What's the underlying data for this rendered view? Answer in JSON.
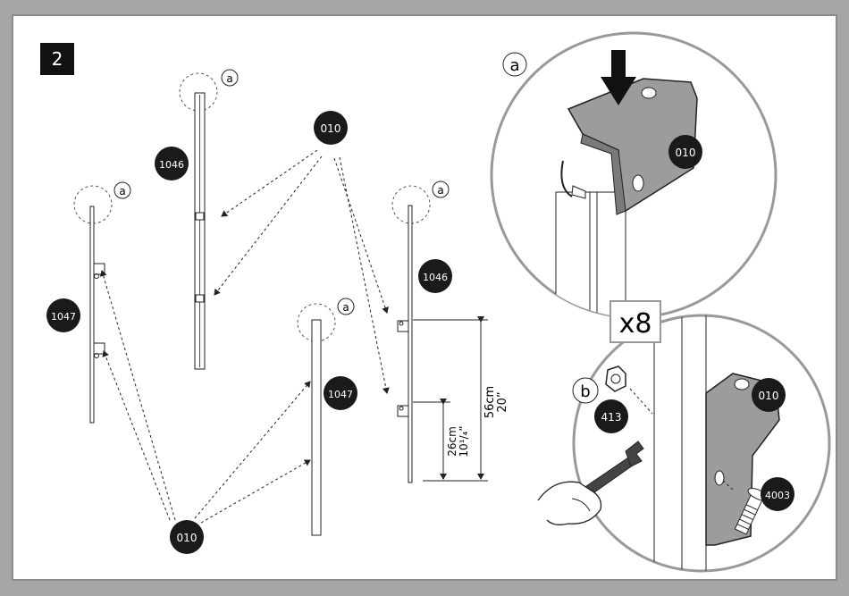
{
  "step_number": "2",
  "detail_a_label": "a",
  "detail_b_label": "b",
  "quantity": "x8",
  "parts": {
    "bracket": "010",
    "post_long": "1046",
    "post_short": "1047",
    "nut": "413",
    "bolt": "4003"
  },
  "dimensions": {
    "upper_metric": "56cm",
    "upper_imperial": "20”",
    "lower_metric": "26cm",
    "lower_imperial": "10¹/₄”"
  },
  "colors": {
    "badge": "#1a1a1a",
    "border": "#a6a6a6",
    "bracket_fill": "#9c9c9c",
    "line": "#222222"
  }
}
